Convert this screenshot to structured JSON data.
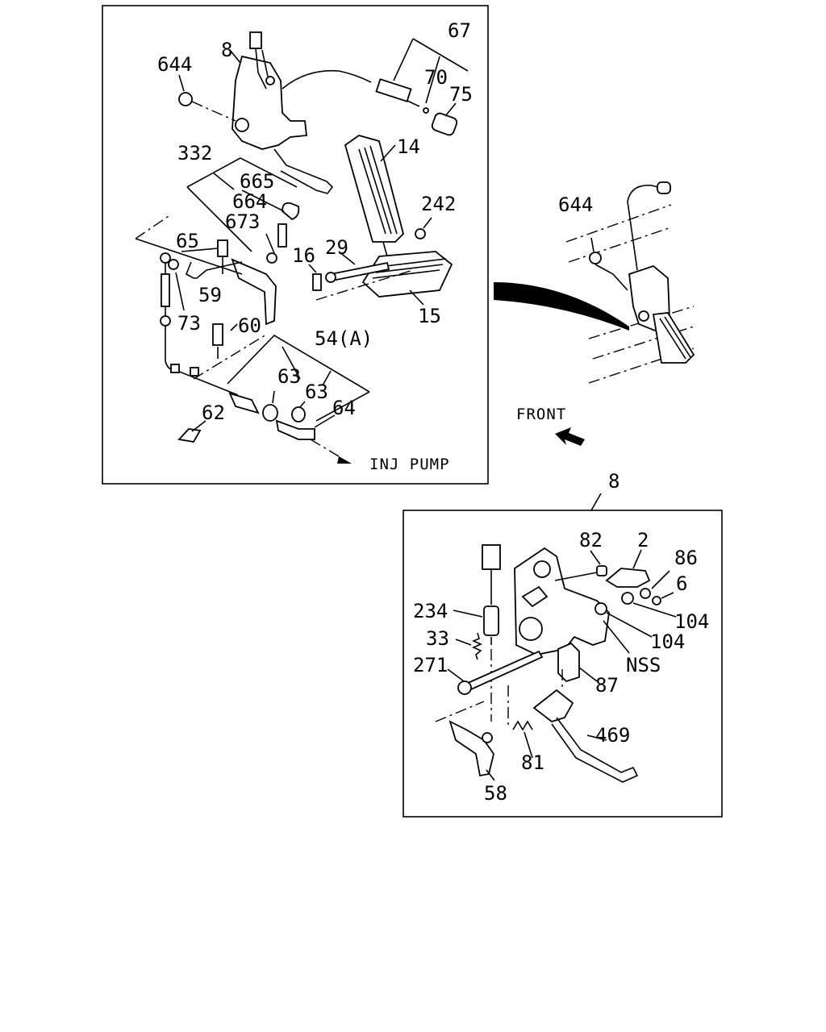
{
  "main_panel": {
    "labels": {
      "p8": "8",
      "p644": "644",
      "p67": "67",
      "p70": "70",
      "p75": "75",
      "p14": "14",
      "p332": "332",
      "p665": "665",
      "p664": "664",
      "p673": "673",
      "p242": "242",
      "p65": "65",
      "p29": "29",
      "p16": "16",
      "p59": "59",
      "p73": "73",
      "p15": "15",
      "p60": "60",
      "p54a": "54(A)",
      "p63a": "63",
      "p63b": "63",
      "p62": "62",
      "p64": "64"
    },
    "inj_pump": "INJ PUMP"
  },
  "location_view": {
    "p644": "644",
    "front": "FRONT"
  },
  "detail_panel": {
    "callout": "8",
    "labels": {
      "p82": "82",
      "p2": "2",
      "p86": "86",
      "p6": "6",
      "p234": "234",
      "p104a": "104",
      "p104b": "104",
      "p33": "33",
      "p271": "271",
      "nss": "NSS",
      "p87": "87",
      "p469": "469",
      "p81": "81",
      "p58": "58"
    }
  }
}
